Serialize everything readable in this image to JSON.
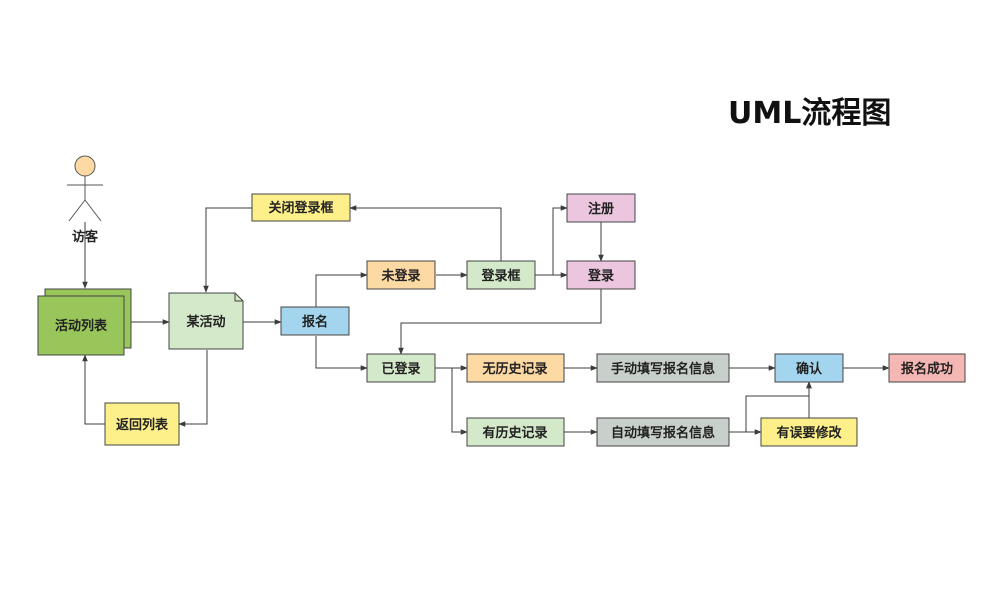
{
  "title": "UML流程图",
  "actor": {
    "label": "访客"
  },
  "nodes": {
    "activity_list": "活动列表",
    "some_activity": "某活动",
    "return_list": "返回列表",
    "close_login": "关闭登录框",
    "signup": "报名",
    "not_logged_in": "未登录",
    "logged_in": "已登录",
    "login_box": "登录框",
    "register": "注册",
    "login": "登录",
    "no_history": "无历史记录",
    "has_history": "有历史记录",
    "manual_fill": "手动填写报名信息",
    "auto_fill": "自动填写报名信息",
    "confirm": "确认",
    "error_fix": "有误要修改",
    "success": "报名成功"
  },
  "colors": {
    "yellow": "#fdf08a",
    "green_light": "#d3e9c9",
    "green_dark": "#99c65a",
    "orange": "#fdd9a4",
    "blue": "#a3d6ee",
    "pink": "#ebc6de",
    "gray": "#c9cfca",
    "red": "#f5b7b3",
    "actor_head": "#fdd9a4"
  }
}
